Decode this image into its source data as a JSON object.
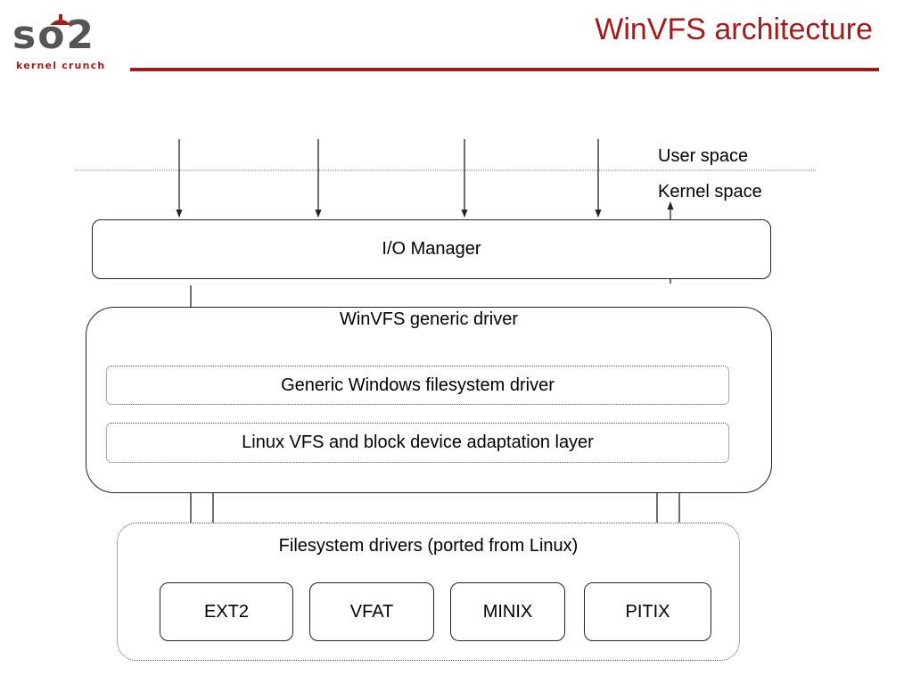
{
  "logo": {
    "text": "so2",
    "subtitle": "kernel crunch",
    "icon": "acorn-icon"
  },
  "title": "WinVFS architecture",
  "diagram": {
    "space_labels": {
      "user": "User space",
      "kernel": "Kernel space"
    },
    "io_manager": "I/O Manager",
    "winvfs": {
      "title": "WinVFS generic driver",
      "layers": [
        "Generic Windows filesystem driver",
        "Linux VFS and block device adaptation layer"
      ]
    },
    "fs_drivers": {
      "title": "Filesystem drivers (ported from Linux)",
      "items": [
        "EXT2",
        "VFAT",
        "MINIX",
        "PITIX"
      ]
    }
  },
  "colors": {
    "accent": "#a31b1b",
    "logo_gray": "#555555",
    "line": "#222222"
  }
}
